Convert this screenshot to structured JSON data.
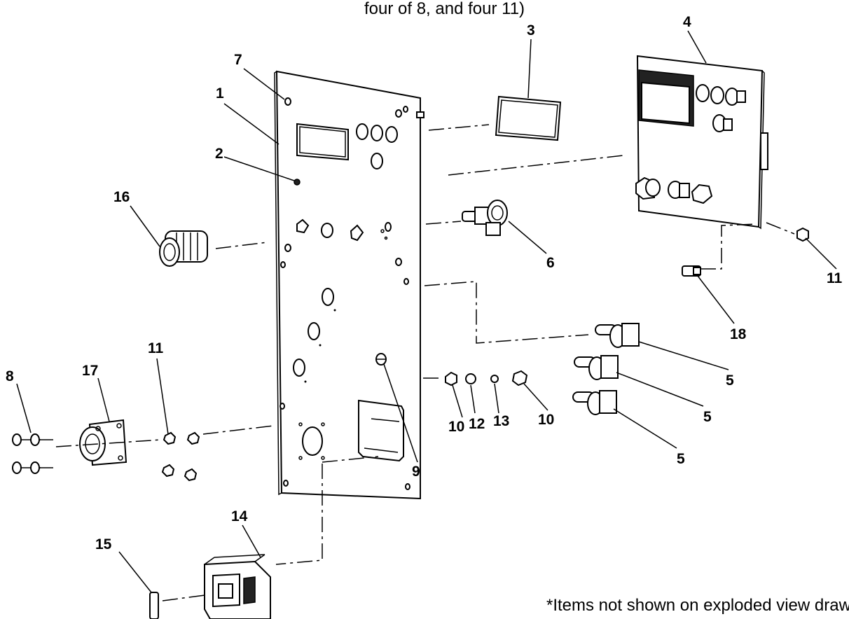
{
  "header_note": "four of 8, and four 11)",
  "footer_note": "*Items not shown on exploded view drawing",
  "callouts": {
    "c1": "1",
    "c2": "2",
    "c3": "3",
    "c4": "4",
    "c5a": "5",
    "c5b": "5",
    "c5c": "5",
    "c6": "6",
    "c7": "7",
    "c8": "8",
    "c9": "9",
    "c10a": "10",
    "c10b": "10",
    "c11a": "11",
    "c11b": "11",
    "c12": "12",
    "c13": "13",
    "c14": "14",
    "c15": "15",
    "c16": "16",
    "c17": "17",
    "c18": "18"
  }
}
